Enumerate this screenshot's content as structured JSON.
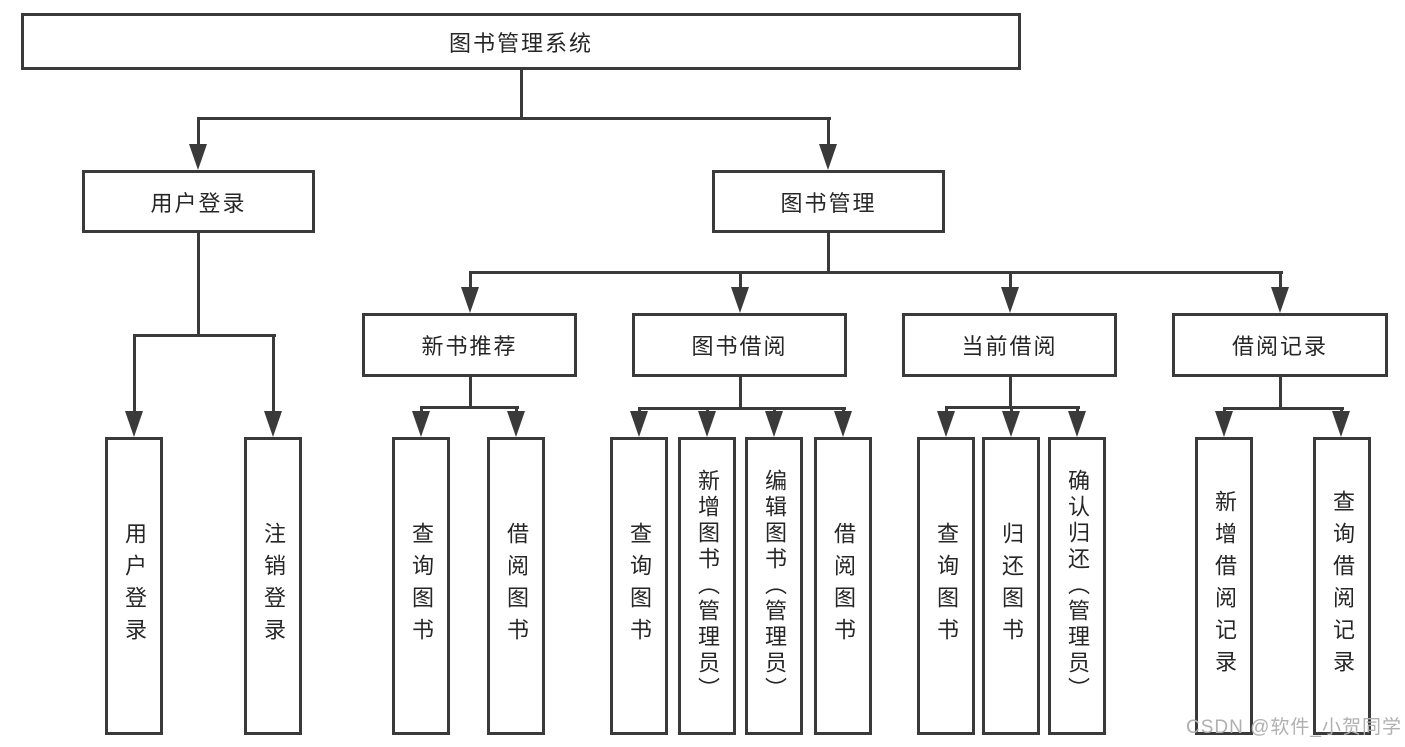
{
  "tree": {
    "label": "图书管理系统",
    "children": [
      {
        "label": "用户登录",
        "children": [
          {
            "label": "用户登录"
          },
          {
            "label": "注销登录"
          }
        ]
      },
      {
        "label": "图书管理",
        "children": [
          {
            "label": "新书推荐",
            "children": [
              {
                "label": "查询图书"
              },
              {
                "label": "借阅图书"
              }
            ]
          },
          {
            "label": "图书借阅",
            "children": [
              {
                "label": "查询图书"
              },
              {
                "label": "新增图书（管理员）"
              },
              {
                "label": "编辑图书（管理员）"
              },
              {
                "label": "借阅图书"
              }
            ]
          },
          {
            "label": "当前借阅",
            "children": [
              {
                "label": "查询图书"
              },
              {
                "label": "归还图书"
              },
              {
                "label": "确认归还（管理员）"
              }
            ]
          },
          {
            "label": "借阅记录",
            "children": [
              {
                "label": "新增借阅记录"
              },
              {
                "label": "查询借阅记录"
              }
            ]
          }
        ]
      }
    ]
  },
  "watermark": {
    "text": "CSDN @软件_小贺同学"
  },
  "colors": {
    "line": "#3a3a3a",
    "text": "#262626",
    "bg": "#ffffff",
    "watermark": "#b0b0b0"
  }
}
